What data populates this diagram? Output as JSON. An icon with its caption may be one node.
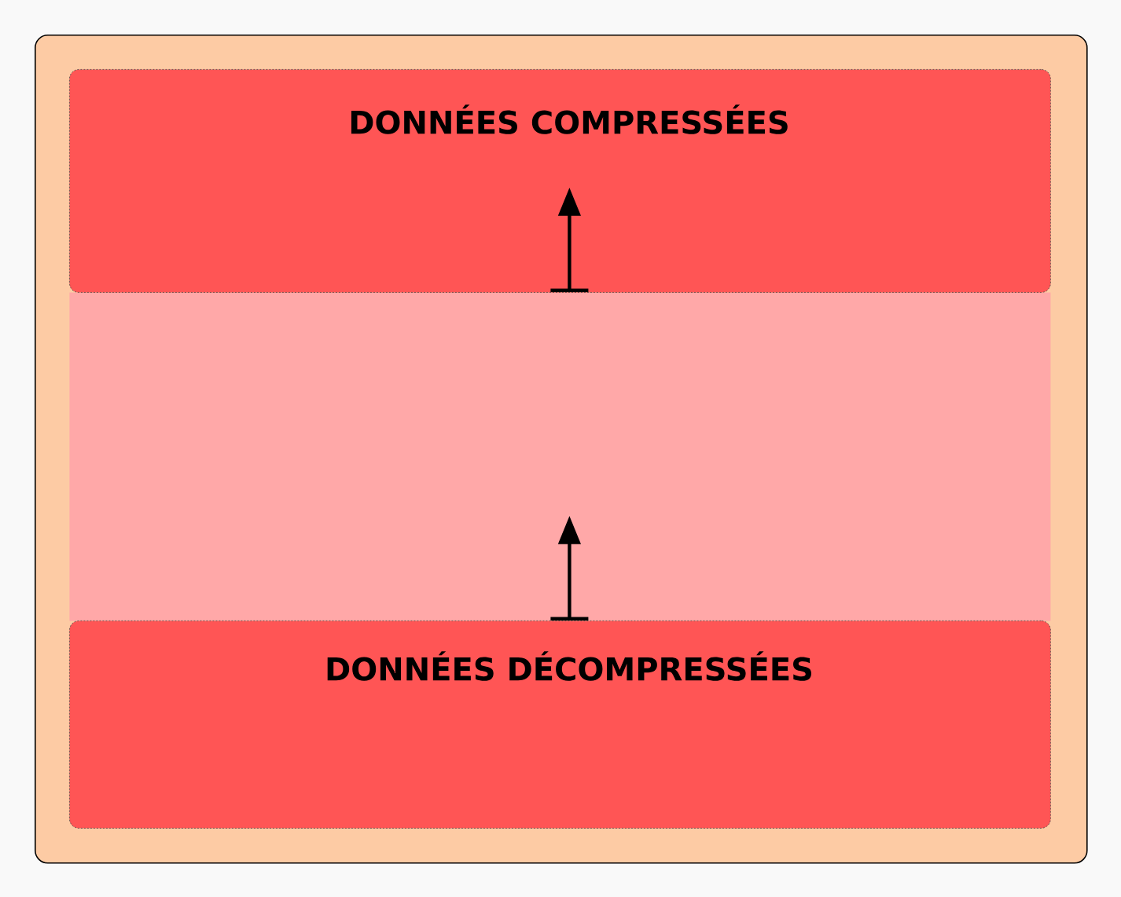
{
  "diagram": {
    "nodes": [
      {
        "text": [],
        "shape": "box"
      },
      {
        "text": [
          "DONNÉES COMPRESSÉES"
        ],
        "in": 0
      },
      {
        "text": [],
        "shape": "band",
        "in": 0
      },
      {
        "text": [
          "DONNÉES DÉCOMPRESSÉES"
        ],
        "in": 0
      }
    ],
    "edges": [
      {
        "from": 3,
        "to": 2,
        "arrow": "to"
      },
      {
        "from": 2,
        "to": 1,
        "arrow": "to"
      }
    ]
  }
}
